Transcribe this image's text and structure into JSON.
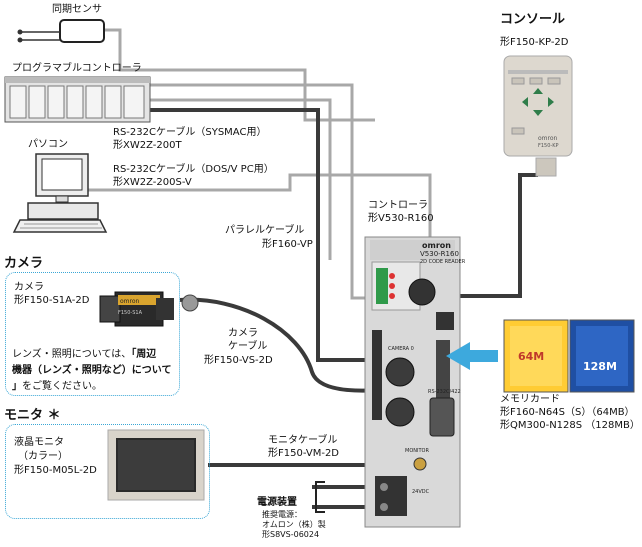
{
  "labels": {
    "sync_sensor": "同期センサ",
    "plc": "プログラマブルコントローラ",
    "pc": "パソコン",
    "console": "コンソール",
    "console_model": "形F150-KP-2D",
    "rs232_sysmac": "RS-232Cケーブル（SYSMAC用）",
    "rs232_sysmac_model": "形XW2Z-200T",
    "rs232_dos": "RS-232Cケーブル（DOS/V PC用）",
    "rs232_dos_model": "形XW2Z-200S-V",
    "controller": "コントローラ",
    "controller_model": "形V530-R160",
    "parallel_cable": "パラレルケーブル",
    "parallel_model": "形F160-VP",
    "camera_section": "カメラ",
    "camera": "カメラ",
    "camera_model": "形F150-S1A-2D",
    "lens_note_1": "レンズ・照明については、",
    "lens_note_bold_1": "「周辺",
    "lens_note_bold_2": "機器（レンズ・照明など）について",
    "lens_note_bold_3": "」",
    "lens_note_2": "をご覧ください。",
    "camera_cable_1": "カメラ",
    "camera_cable_2": "ケーブル",
    "camera_cable_model": "形F150-VS-2D",
    "monitor_section": "モニタ ＊",
    "lcd_monitor_1": "液晶モニタ",
    "lcd_monitor_2": "（カラー）",
    "lcd_monitor_model": "形F150-M05L-2D",
    "monitor_cable": "モニタケーブル",
    "monitor_cable_model": "形F150-VM-2D",
    "memory_card": "メモリカード",
    "memory_card_model_1": "形F160-N64S（S）（64MB）",
    "memory_card_model_2": "形QM300-N128S （128MB）",
    "power_supply": "電源装置",
    "power_recommended": "推奨電源：",
    "power_maker": "オムロン（株）製",
    "power_model": "形S8VS-06024"
  },
  "device_text": {
    "omron_logo": "omron",
    "controller_name": "V530-R160",
    "controller_type": "2D CODE READER",
    "camera_port": "CAMERA 0",
    "rs232_port": "RS-232C/422",
    "monitor_port": "MONITOR",
    "power_port": "24VDC",
    "console_brand": "omron",
    "console_model_text": "F150-KP",
    "card1": "64M",
    "card2": "128M",
    "camera_brand": "omron",
    "camera_label_text": "F150-S1A"
  },
  "colors": {
    "cable_gray": "#a8a8a8",
    "cable_dark": "#3a3a3a",
    "box_border": "#3aa7d6",
    "arrow_blue": "#3da9dd"
  }
}
